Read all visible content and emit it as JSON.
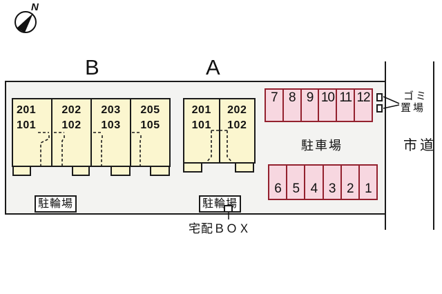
{
  "compass": {
    "north_label": "N"
  },
  "site": {
    "building_b": {
      "label": "B",
      "units": [
        {
          "upper": "201",
          "lower": "101"
        },
        {
          "upper": "202",
          "lower": "102"
        },
        {
          "upper": "203",
          "lower": "103"
        },
        {
          "upper": "205",
          "lower": "105"
        }
      ],
      "bicycle_label": "駐輪場"
    },
    "building_a": {
      "label": "A",
      "units": [
        {
          "upper": "201",
          "lower": "101"
        },
        {
          "upper": "202",
          "lower": "102"
        }
      ],
      "bicycle_label": "駐輪場"
    },
    "parking": {
      "label": "駐車場",
      "top_row": [
        "7",
        "8",
        "9",
        "10",
        "11",
        "12"
      ],
      "bottom_row": [
        "6",
        "5",
        "4",
        "3",
        "2",
        "1"
      ]
    },
    "garbage": {
      "line1": "ゴミ",
      "line2": "置場"
    },
    "delivery_box_label": "宅配ＢＯＸ",
    "road_label": "市道"
  },
  "colors": {
    "building_fill": "#fbf6cf",
    "parking_fill": "#f7d7e0",
    "parking_border": "#93212e",
    "site_fill": "#f3f3f1",
    "line": "#1a1a1a"
  }
}
